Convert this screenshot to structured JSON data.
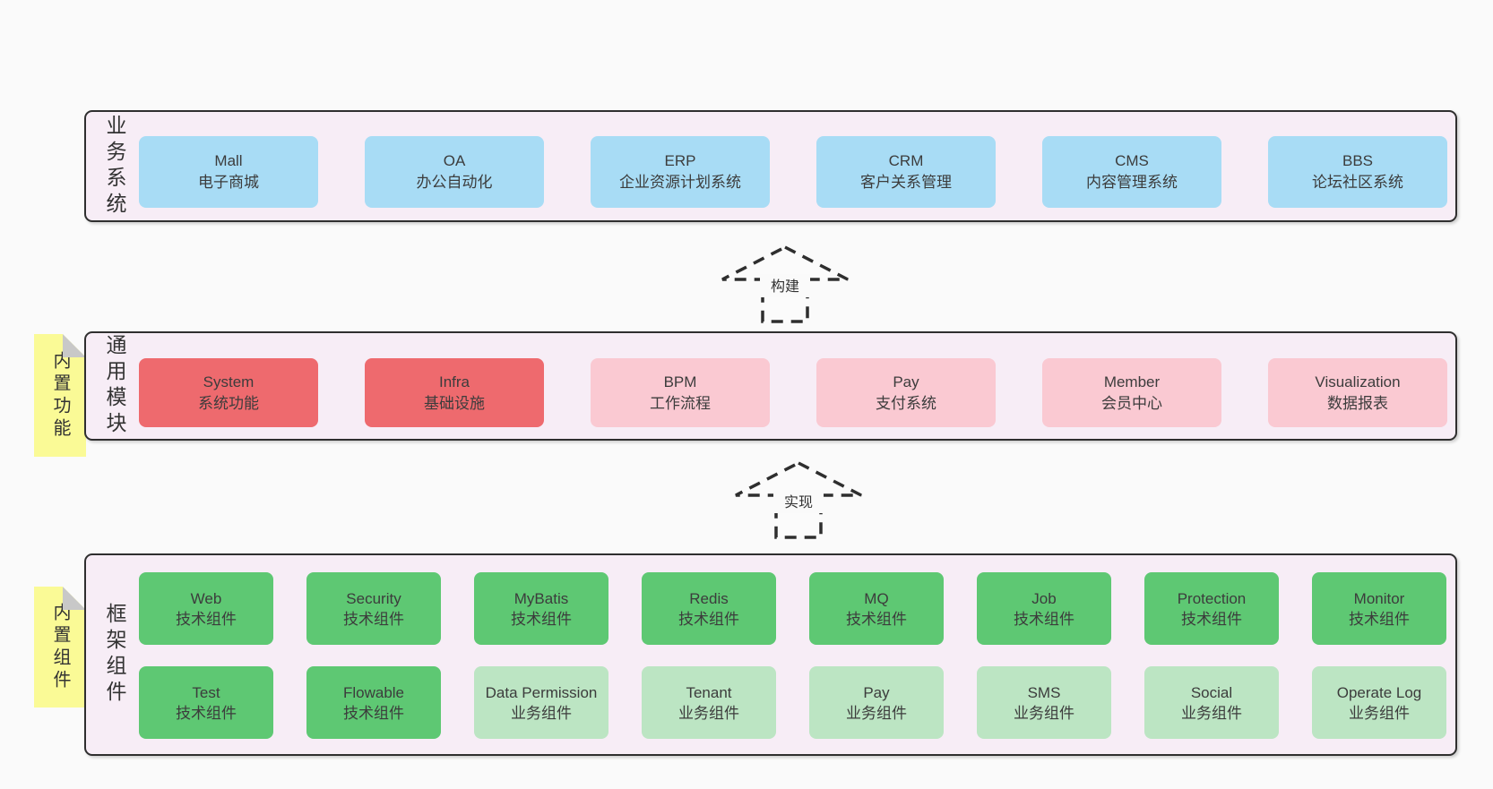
{
  "diagram": {
    "background": "#fafafa",
    "palette": {
      "panel_fill": "#f7edf6",
      "panel_border": "#2f2f2f",
      "blue": "#a8dcf5",
      "red": "#ee6a6e",
      "pink": "#fac9d2",
      "green": "#5ec873",
      "light_green": "#bce5c3",
      "yellow_tab": "#fafa96",
      "fold_gray": "#c8c8c8",
      "text": "#3c3c3c"
    },
    "layers": [
      {
        "name": "business-systems",
        "side_label": "业务系统",
        "boxes": [
          {
            "title": "Mall",
            "subtitle": "电子商城",
            "variant": "blue"
          },
          {
            "title": "OA",
            "subtitle": "办公自动化",
            "variant": "blue"
          },
          {
            "title": "ERP",
            "subtitle": "企业资源计划系统",
            "variant": "blue"
          },
          {
            "title": "CRM",
            "subtitle": "客户关系管理",
            "variant": "blue"
          },
          {
            "title": "CMS",
            "subtitle": "内容管理系统",
            "variant": "blue"
          },
          {
            "title": "BBS",
            "subtitle": "论坛社区系统",
            "variant": "blue"
          }
        ]
      },
      {
        "name": "common-modules",
        "side_label": "通用模块",
        "sticky_tab": "内置功能",
        "boxes": [
          {
            "title": "System",
            "subtitle": "系统功能",
            "variant": "red"
          },
          {
            "title": "Infra",
            "subtitle": "基础设施",
            "variant": "red"
          },
          {
            "title": "BPM",
            "subtitle": "工作流程",
            "variant": "pink"
          },
          {
            "title": "Pay",
            "subtitle": "支付系统",
            "variant": "pink"
          },
          {
            "title": "Member",
            "subtitle": "会员中心",
            "variant": "pink"
          },
          {
            "title": "Visualization",
            "subtitle": "数据报表",
            "variant": "pink"
          }
        ]
      },
      {
        "name": "framework-components",
        "side_label": "框架组件",
        "sticky_tab": "内置组件",
        "rows": [
          [
            {
              "title": "Web",
              "subtitle": "技术组件",
              "variant": "green"
            },
            {
              "title": "Security",
              "subtitle": "技术组件",
              "variant": "green"
            },
            {
              "title": "MyBatis",
              "subtitle": "技术组件",
              "variant": "green"
            },
            {
              "title": "Redis",
              "subtitle": "技术组件",
              "variant": "green"
            },
            {
              "title": "MQ",
              "subtitle": "技术组件",
              "variant": "green"
            },
            {
              "title": "Job",
              "subtitle": "技术组件",
              "variant": "green"
            },
            {
              "title": "Protection",
              "subtitle": "技术组件",
              "variant": "green"
            },
            {
              "title": "Monitor",
              "subtitle": "技术组件",
              "variant": "green"
            }
          ],
          [
            {
              "title": "Test",
              "subtitle": "技术组件",
              "variant": "green"
            },
            {
              "title": "Flowable",
              "subtitle": "技术组件",
              "variant": "green"
            },
            {
              "title": "Data Permission",
              "subtitle": "业务组件",
              "variant": "light_green"
            },
            {
              "title": "Tenant",
              "subtitle": "业务组件",
              "variant": "light_green"
            },
            {
              "title": "Pay",
              "subtitle": "业务组件",
              "variant": "light_green"
            },
            {
              "title": "SMS",
              "subtitle": "业务组件",
              "variant": "light_green"
            },
            {
              "title": "Social",
              "subtitle": "业务组件",
              "variant": "light_green"
            },
            {
              "title": "Operate Log",
              "subtitle": "业务组件",
              "variant": "light_green"
            }
          ]
        ]
      }
    ],
    "arrows": [
      {
        "label": "构建"
      },
      {
        "label": "实现"
      }
    ]
  }
}
